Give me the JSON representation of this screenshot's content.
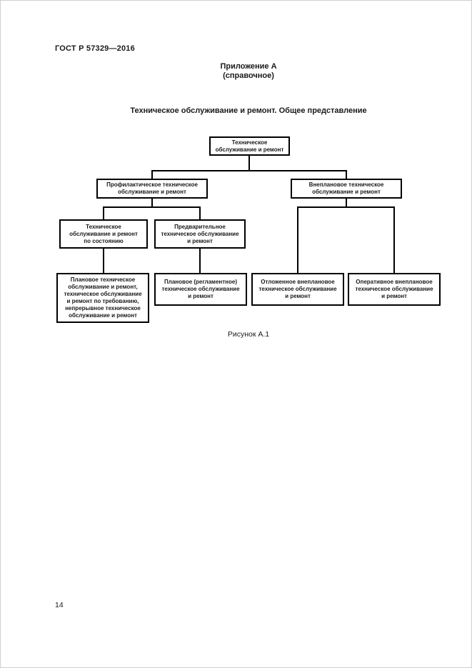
{
  "page": {
    "header": "ГОСТ Р 57329—2016",
    "annex_title": "Приложение А",
    "annex_subtitle": "(справочное)",
    "section_title": "Техническое обслуживание и ремонт. Общее представление",
    "figure_caption": "Рисунок А.1",
    "page_number": "14"
  },
  "diagram": {
    "type": "tree",
    "nodes": [
      {
        "id": "maintenance",
        "parent": null,
        "label": "Техническое\nобслуживание и ремонт"
      },
      {
        "id": "preventive-maintenance",
        "parent": "maintenance",
        "label": "Профилактическое техническое\nобслуживание и ремонт"
      },
      {
        "id": "corrective-maintenance",
        "parent": "maintenance",
        "label": "Внеплановое техническое\nобслуживание и ремонт"
      },
      {
        "id": "condition-based-maintenance",
        "parent": "preventive-maintenance",
        "label": "Техническое\nобслуживание и ремонт\nпо состоянию"
      },
      {
        "id": "predetermined-maintenance",
        "parent": "preventive-maintenance",
        "label": "Предварительное\nтехническое обслуживание\nи ремонт"
      },
      {
        "id": "scheduled-on-request-continuous",
        "parent": "condition-based-maintenance",
        "label": "Плановое техническое\nобслуживание и ремонт,\nтехническое обслуживание\nи ремонт по требованию,\nнепрерывное техническое\nобслуживание и ремонт"
      },
      {
        "id": "scheduled-regulated",
        "parent": "predetermined-maintenance",
        "label": "Плановое (регламентное)\nтехническое обслуживание\nи ремонт"
      },
      {
        "id": "deferred-corrective",
        "parent": "corrective-maintenance",
        "label": "Отложенное внеплановое\nтехническое обслуживание\nи ремонт"
      },
      {
        "id": "immediate-corrective",
        "parent": "corrective-maintenance",
        "label": "Оперативное внеплановое\nтехническое обслуживание\nи ремонт"
      }
    ],
    "line_color": "#000000",
    "background_color": "#ffffff"
  }
}
